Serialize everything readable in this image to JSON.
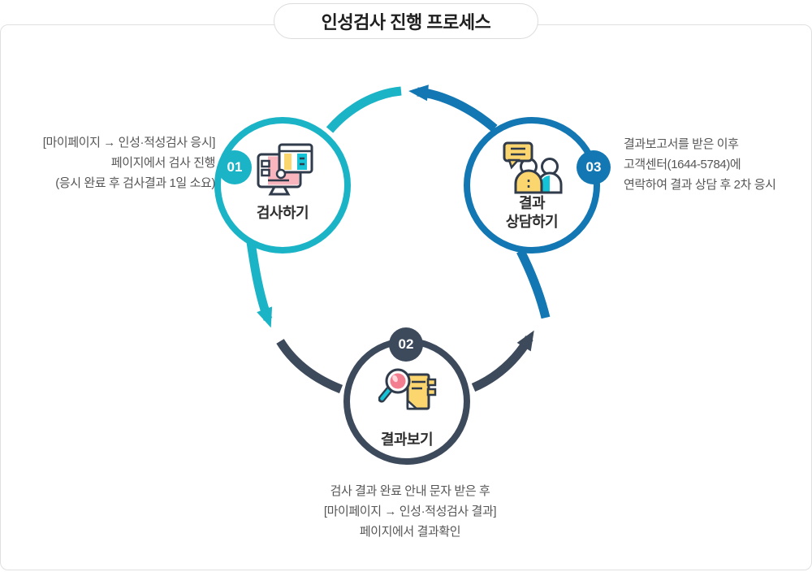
{
  "title": "인성검사 진행 프로세스",
  "colors": {
    "teal": "#1bb4c7",
    "navy": "#3d4a5c",
    "blue": "#1277b2",
    "icon_outline": "#303b4b",
    "icon_yellow": "#fbd56e",
    "icon_pink": "#f9b5bd",
    "icon_lens_pink": "#f27e90",
    "icon_teal": "#15c3d6",
    "border_gray": "#e0e0e0",
    "title_text": "#1f1f1f",
    "body_text": "#565656"
  },
  "steps": [
    {
      "number": "01",
      "label": "검사하기",
      "icon": "monitor-test-icon",
      "desc": [
        "[마이페이지 → 인성·적성검사 응시]",
        "페이지에서 검사 진행",
        "(응시 완료 후 검사결과 1일 소요)"
      ]
    },
    {
      "number": "02",
      "label": "결과보기",
      "icon": "magnifier-document-icon",
      "desc": [
        "검사 결과 완료 안내 문자 받은 후",
        "[마이페이지 → 인성·적성검사 결과]",
        "페이지에서 결과확인"
      ]
    },
    {
      "number": "03",
      "label_lines": [
        "결과",
        "상담하기"
      ],
      "icon": "people-consult-icon",
      "desc": [
        "결과보고서를 받은 이후",
        "고객센터(1644-5784)에",
        "연락하여 결과 상담 후 2차 응시"
      ]
    }
  ]
}
